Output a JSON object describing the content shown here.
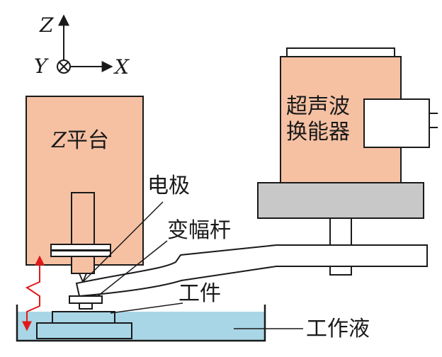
{
  "axes": {
    "z": "Z",
    "y": "Y",
    "x": "X"
  },
  "labels": {
    "z_stage_letter": "Z",
    "z_stage_rest": "平台",
    "transducer_line1": "超声波",
    "transducer_line2": "换能器",
    "electrode": "电极",
    "horn": "变幅杆",
    "workpiece": "工件",
    "working_fluid": "工作液"
  },
  "colors": {
    "body_fill": "#f6c1a3",
    "clamp_fill": "#c8c8c8",
    "fluid_fill": "#a8d6e6",
    "stroke": "#1a1a1a",
    "arrow_red": "#e01a1a"
  }
}
